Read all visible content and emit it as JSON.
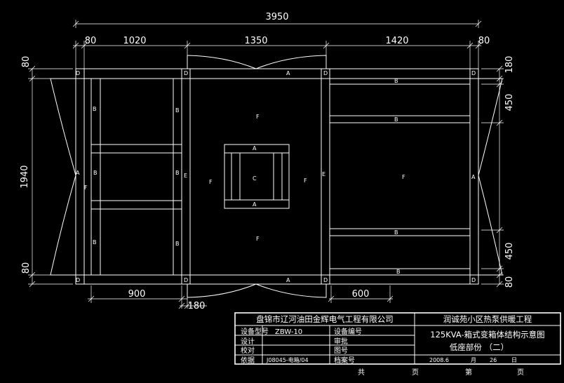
{
  "dimensions": {
    "total_width": "3950",
    "seg_left_edge": "80",
    "seg_1": "1020",
    "seg_2": "1350",
    "seg_3": "1420",
    "seg_right_edge": "80",
    "height_total": "1940",
    "left_top": "80",
    "left_bottom": "80",
    "right_top": "180",
    "right_mid_top": "450",
    "right_mid_bottom": "450",
    "right_bottom": "80",
    "bottom_left": "900",
    "bottom_gap": "180",
    "bottom_right": "600"
  },
  "labels": {
    "a": "A",
    "b": "B",
    "c": "C",
    "d": "D",
    "e": "E",
    "f": "F"
  },
  "title_block": {
    "company": "盘锦市辽河油田金辉电气工程有限公司",
    "project": "润诚苑小区热泵供暖工程",
    "model_label": "设备型号",
    "model_value": "ZBW-10",
    "equip_no_label": "设备编号",
    "drawing_title": "125KVA-箱式变箱体结构示意图",
    "design_label": "设计",
    "review_label": "审批",
    "sub_title": "低座部份 （二）",
    "check_label": "校对",
    "drawing_no_label": "图号",
    "basis_label": "依据",
    "basis_value": "J08045-电箱/04",
    "archive_label": "档案号",
    "date_year": "2008.6",
    "month_label": "月",
    "day_value": "26",
    "day_label": "日",
    "total_label": "共",
    "page_label": "页",
    "nth_label": "第",
    "page_label2": "页"
  }
}
